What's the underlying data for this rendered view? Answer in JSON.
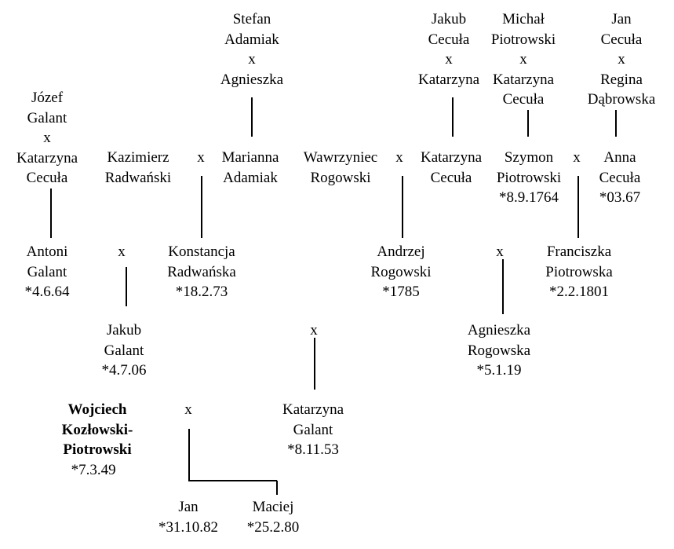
{
  "persons": {
    "stefan_agnieszka": [
      "Stefan",
      "Adamiak",
      "x",
      "Agnieszka"
    ],
    "jakub_katarzyna": [
      "Jakub",
      "Cecuła",
      "x",
      "Katarzyna"
    ],
    "michal_katarzyna": [
      "Michał",
      "Piotrowski",
      "x",
      "Katarzyna",
      "Cecuła"
    ],
    "jan_regina": [
      "Jan",
      "Cecuła",
      "x",
      "Regina",
      "Dąbrowska"
    ],
    "jozef_katarzyna": [
      "Józef",
      "Galant",
      "x",
      "Katarzyna",
      "Cecuła"
    ],
    "kazimierz": [
      "Kazimierz",
      "Radwański"
    ],
    "marianna": [
      "Marianna",
      "Adamiak"
    ],
    "wawrzyniec": [
      "Wawrzyniec",
      "Rogowski"
    ],
    "katarzyna_c": [
      "Katarzyna",
      "Cecuła"
    ],
    "szymon": [
      "Szymon",
      "Piotrowski",
      "*8.9.1764"
    ],
    "anna": [
      "Anna",
      "Cecuła",
      "*03.67"
    ],
    "antoni": [
      "Antoni",
      "Galant",
      "*4.6.64"
    ],
    "konstancja": [
      "Konstancja",
      "Radwańska",
      "*18.2.73"
    ],
    "andrzej": [
      "Andrzej",
      "Rogowski",
      "*1785"
    ],
    "franciszka": [
      "Franciszka",
      "Piotrowska",
      "*2.2.1801"
    ],
    "jakub_g": [
      "Jakub",
      "Galant",
      "*4.7.06"
    ],
    "agnieszka_r": [
      "Agnieszka",
      "Rogowska",
      "*5.1.19"
    ],
    "wojciech": [
      "Wojciech",
      "Kozłowski-",
      "Piotrowski"
    ],
    "wojciech_date": "*7.3.49",
    "katarzyna_g": [
      "Katarzyna",
      "Galant",
      "*8.11.53"
    ],
    "jan": [
      "Jan",
      "*31.10.82"
    ],
    "maciej": [
      "Maciej",
      "*25.2.80"
    ]
  },
  "marriage_symbol": "x"
}
